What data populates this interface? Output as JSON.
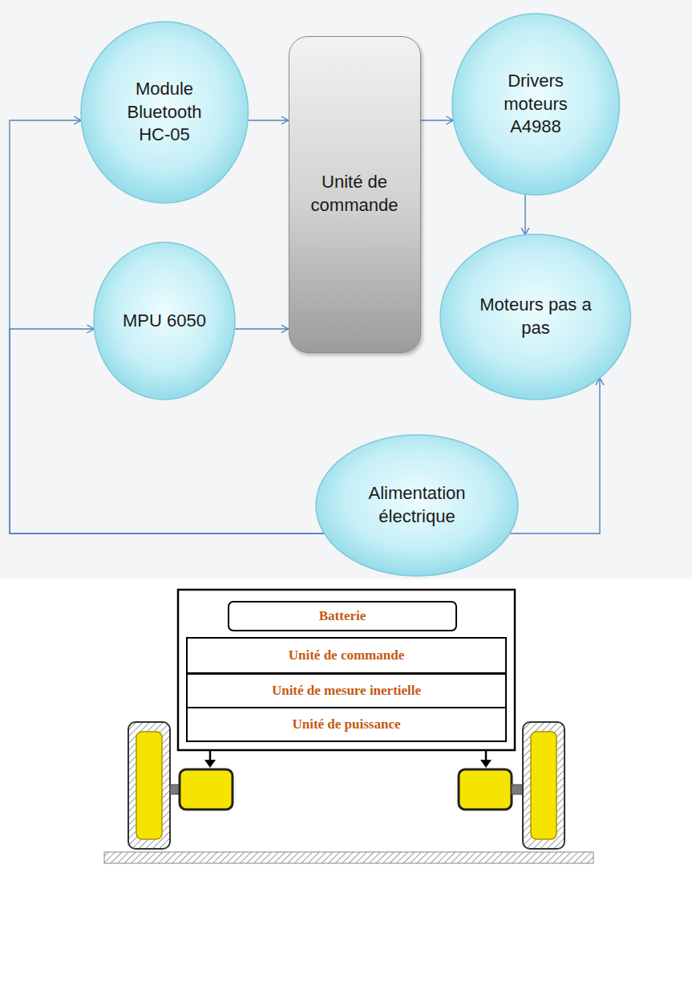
{
  "diagram": {
    "nodes": [
      {
        "text": [
          "Module Bluetooth HC-05"
        ]
      },
      {
        "text": [
          "Unité de commande"
        ]
      },
      {
        "text": [
          "Drivers moteurs A4988"
        ]
      },
      {
        "text": [
          "MPU 6050"
        ]
      },
      {
        "text": [
          "Moteurs pas a pas"
        ]
      },
      {
        "text": [
          "Alimentation électrique"
        ]
      },
      {
        "text": [
          "Batterie"
        ]
      },
      {
        "text": [
          "Unité de commande"
        ]
      },
      {
        "text": [
          "Unité de mesure inertielle"
        ]
      },
      {
        "text": [
          "Unité de puissance"
        ]
      }
    ],
    "edges": [
      {
        "from": 0,
        "to": 1,
        "arrow": "to"
      },
      {
        "from": 3,
        "to": 1,
        "arrow": "to"
      },
      {
        "from": 1,
        "to": 2,
        "arrow": "to"
      },
      {
        "from": 2,
        "to": 4,
        "arrow": "to"
      },
      {
        "from": 5,
        "to": 0,
        "arrow": "to"
      },
      {
        "from": 5,
        "to": 3,
        "arrow": "to"
      },
      {
        "from": 5,
        "to": 4,
        "arrow": "to"
      }
    ]
  }
}
